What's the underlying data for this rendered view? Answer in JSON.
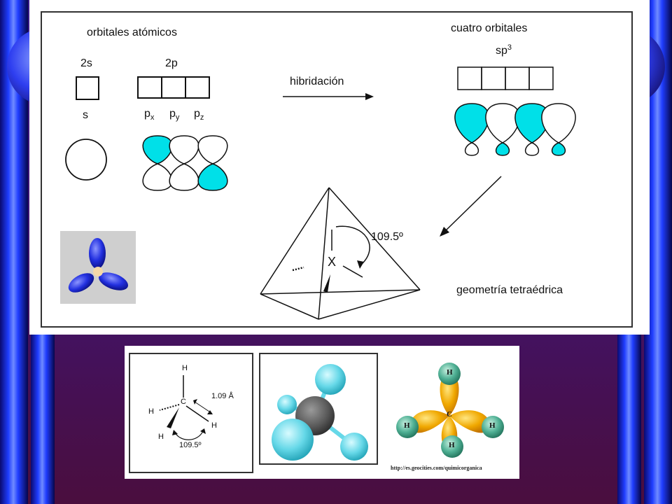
{
  "colors": {
    "cyan": "#00e0e8",
    "lobe_blue": "#2230e0",
    "pillar_blue": "#1f3dff",
    "background": "#3f1474"
  },
  "hybridization_diagram": {
    "atomic_title": "orbitales atómicos",
    "s_box_label": "2s",
    "p_box_label": "2p",
    "s_label": "s",
    "p_label_letter": "p",
    "px_sub": "x",
    "py_sub": "y",
    "pz_sub": "z",
    "arrow_label": "hibridación",
    "hybrid_title": "cuatro orbitales",
    "sp3_base": "sp",
    "sp3_sup": "3",
    "angle_label": "109.5º",
    "center_label": "X",
    "geometry_label": "geometría tetraédrica"
  },
  "methane_panels": {
    "h_label": "H",
    "c_label": "C",
    "bond_length": "1.09 Å",
    "angle": "109.5º",
    "source_url": "http://es.geocities.com/quimicorganica"
  }
}
